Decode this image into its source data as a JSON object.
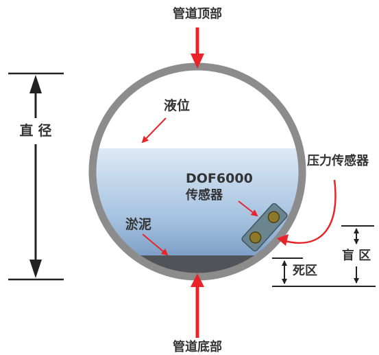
{
  "labels": {
    "pipe_top": "管道顶部",
    "pipe_bottom": "管道底部",
    "diameter": "直 径",
    "liquid_level": "液位",
    "pressure_sensor": "压力传感器",
    "dof_model": "DOF6000",
    "dof_sensor": "传感器",
    "sludge": "淤泥",
    "blind_zone": "盲 区",
    "dead_zone": "死区"
  },
  "colors": {
    "pipe_wall": "#8c8c8c",
    "water_top": "#dce8f5",
    "water_bottom": "#6d91bd",
    "sludge": "#505459",
    "arrow_red": "#e8242a",
    "line_dark": "#222222",
    "sensor_body": "#6b8590",
    "sensor_eye": "#8c7a2a"
  },
  "icons": {
    "pipe": "pipe-cross-section-icon",
    "sensor": "sensor-device-icon"
  }
}
